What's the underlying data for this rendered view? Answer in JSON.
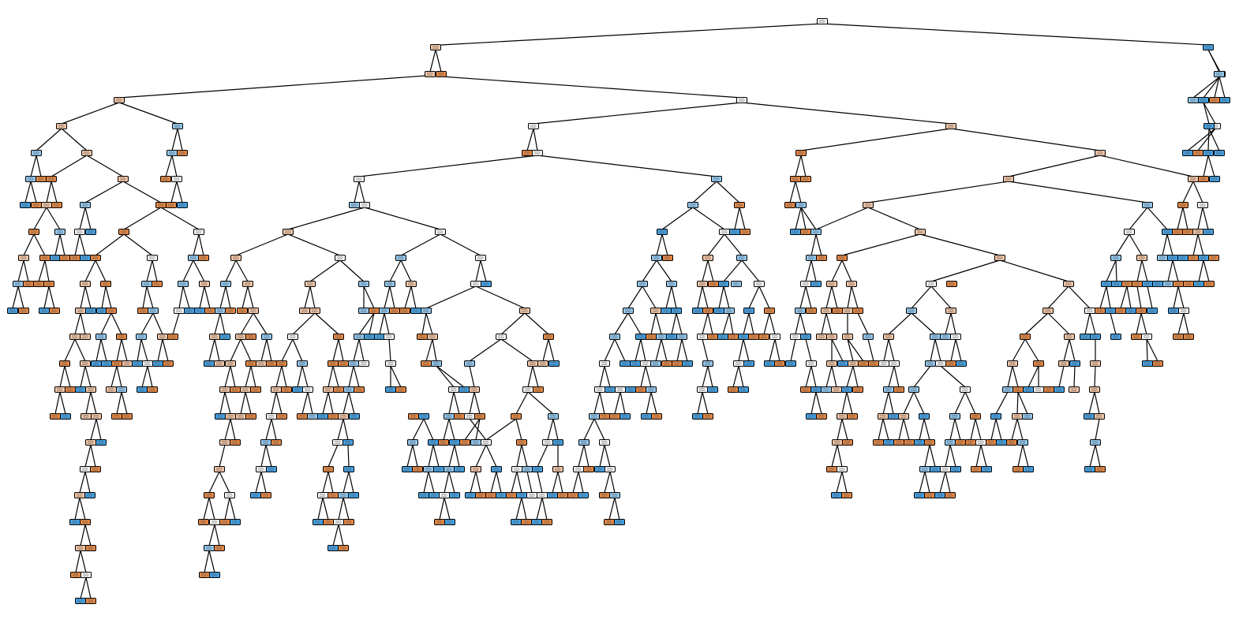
{
  "colors": {
    "edge": "#000000",
    "node_border": "#000000",
    "class_0": "#e58139",
    "class_1": "#399de5",
    "neutral": "#ffffff"
  },
  "diagram": {
    "kind": "decision-tree",
    "class_colors": [
      "#e58139",
      "#399de5"
    ],
    "nodes": [
      {
        "id": "n0",
        "parent": null,
        "class": 1,
        "purity": 0.05
      },
      {
        "id": "n1",
        "parent": "n0",
        "class": 0,
        "purity": 0.3
      },
      {
        "id": "n2",
        "parent": "n0",
        "class": 1,
        "purity": 0.9
      },
      {
        "id": "n3",
        "parent": "n1",
        "class": 0,
        "purity": 0.2
      },
      {
        "id": "n4",
        "parent": "n1",
        "class": 0,
        "purity": 1.0
      },
      {
        "id": "n5",
        "parent": "n3",
        "class": 0,
        "purity": 0.6
      },
      {
        "id": "n6",
        "parent": "n3",
        "class": 0,
        "purity": 0.15
      },
      {
        "id": "n7",
        "parent": "n5",
        "class": 0,
        "purity": 0.55
      },
      {
        "id": "n8",
        "parent": "n5",
        "class": 1,
        "purity": 0.6
      },
      {
        "id": "n9",
        "parent": "n7",
        "class": 1,
        "purity": 0.5
      },
      {
        "id": "n10",
        "parent": "n7",
        "class": 0,
        "purity": 0.6
      },
      {
        "id": "n11",
        "parent": "n8",
        "class": 1,
        "purity": 0.7
      },
      {
        "id": "n12",
        "parent": "n8",
        "class": 1,
        "purity": 0.65
      },
      {
        "id": "n13",
        "parent": "n6",
        "class": 1,
        "purity": 0.05
      },
      {
        "id": "n14",
        "parent": "n6",
        "class": 0,
        "purity": 0.45
      },
      {
        "id": "n15",
        "parent": "n13",
        "class": 0,
        "purity": 0.0
      },
      {
        "id": "n16",
        "parent": "n13",
        "class": 1,
        "purity": 0.6
      },
      {
        "id": "n17",
        "parent": "n14",
        "class": 0,
        "purity": 1.0
      },
      {
        "id": "n18",
        "parent": "n14",
        "class": 1,
        "purity": 0.6
      },
      {
        "id": "n19",
        "parent": "n2",
        "class": 1,
        "purity": 0.8
      },
      {
        "id": "n20",
        "parent": "n2",
        "class": 1,
        "purity": 0.5
      },
      {
        "id": "n21",
        "parent": "n19",
        "class": 1,
        "purity": 0.7
      },
      {
        "id": "n22",
        "parent": "n19",
        "class": 1,
        "purity": 1.0
      },
      {
        "id": "n23",
        "parent": "n20",
        "class": 0,
        "purity": 0.9
      },
      {
        "id": "n24",
        "parent": "n20",
        "class": 1,
        "purity": 1.0
      }
    ],
    "leaf_rows": 23
  }
}
